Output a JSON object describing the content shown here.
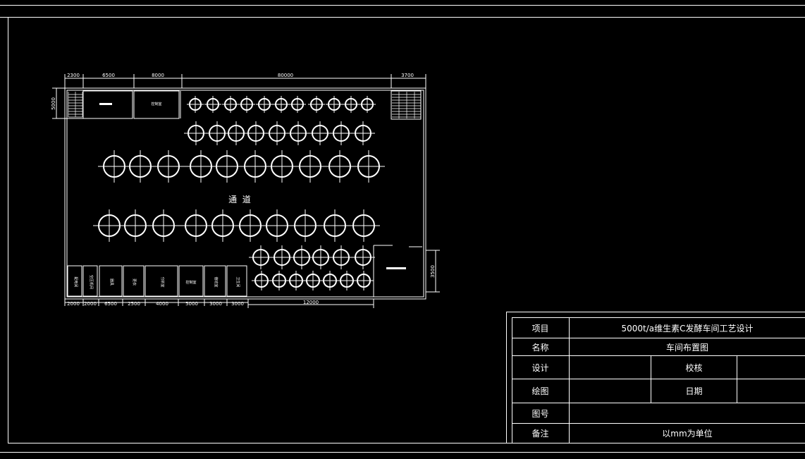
{
  "drawing": {
    "dims_top": [
      "2300",
      "6500",
      "8000",
      "80000",
      "3700"
    ],
    "dims_bottom": [
      "2000",
      "2000",
      "6500",
      "2500",
      "4000",
      "5000",
      "3000",
      "3000",
      "12000"
    ],
    "dim_left": "5000",
    "dim_right": "3500",
    "rooms_top": [
      "",
      "控制室"
    ],
    "rooms_bottom": [
      "配电间",
      "空压机间",
      "器具",
      "更衣",
      "分析室",
      "控制室",
      "值班室",
      "卫生间"
    ],
    "corridor": "通  道"
  },
  "title_block": {
    "project_label": "项目",
    "project_value": "5000t/a维生素C发酵车间工艺设计",
    "name_label": "名称",
    "name_value": "车间布置图",
    "design_label": "设计",
    "check_label": "校核",
    "draw_label": "绘图",
    "date_label": "日期",
    "drawing_no_label": "图号",
    "remarks_label": "备注",
    "remarks_value": "以mm为单位"
  }
}
